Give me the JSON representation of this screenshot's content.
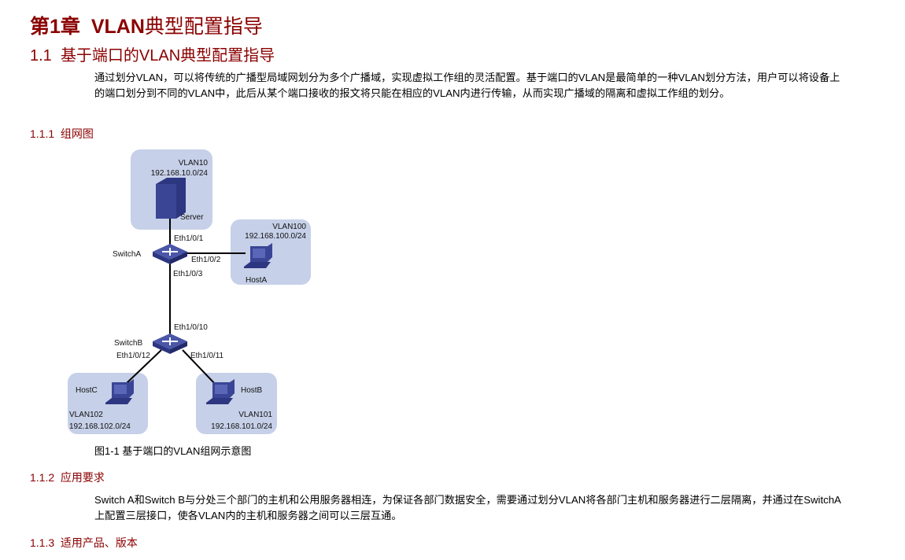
{
  "chapter": {
    "number": "第1章",
    "title_en": "VLAN",
    "title_zh": "典型配置指导"
  },
  "section": {
    "number": "1.1",
    "title": "基于端口的VLAN典型配置指导"
  },
  "intro": "通过划分VLAN，可以将传统的广播型局域网划分为多个广播域，实现虚拟工作组的灵活配置。基于端口的VLAN是最简单的一种VLAN划分方法，用户可以将设备上的端口划分到不同的VLAN中，此后从某个端口接收的报文将只能在相应的VLAN内进行传输，从而实现广播域的隔离和虚拟工作组的划分。",
  "sub1": {
    "number": "1.1.1",
    "title": "组网图"
  },
  "diagram": {
    "server": {
      "vlan": "VLAN10",
      "subnet": "192.168.10.0/24",
      "label": "Server"
    },
    "hostA": {
      "vlan": "VLAN100",
      "subnet": "192.168.100.0/24",
      "label": "HostA"
    },
    "hostB": {
      "vlan": "VLAN101",
      "subnet": "192.168.101.0/24",
      "label": "HostB"
    },
    "hostC": {
      "vlan": "VLAN102",
      "subnet": "192.168.102.0/24",
      "label": "HostC"
    },
    "switchA": {
      "label": "SwitchA",
      "p1": "Eth1/0/1",
      "p2": "Eth1/0/2",
      "p3": "Eth1/0/3"
    },
    "switchB": {
      "label": "SwitchB",
      "p10": "Eth1/0/10",
      "p11": "Eth1/0/11",
      "p12": "Eth1/0/12"
    },
    "caption": "图1-1 基于端口的VLAN组网示意图"
  },
  "sub2": {
    "number": "1.1.2",
    "title": "应用要求"
  },
  "requirement": "Switch A和Switch B与分处三个部门的主机和公用服务器相连，为保证各部门数据安全，需要通过划分VLAN将各部门主机和服务器进行二层隔离，并通过在SwitchA上配置三层接口，使各VLAN内的主机和服务器之间可以三层互通。",
  "sub3": {
    "number": "1.1.3",
    "title": "适用产品、版本"
  }
}
